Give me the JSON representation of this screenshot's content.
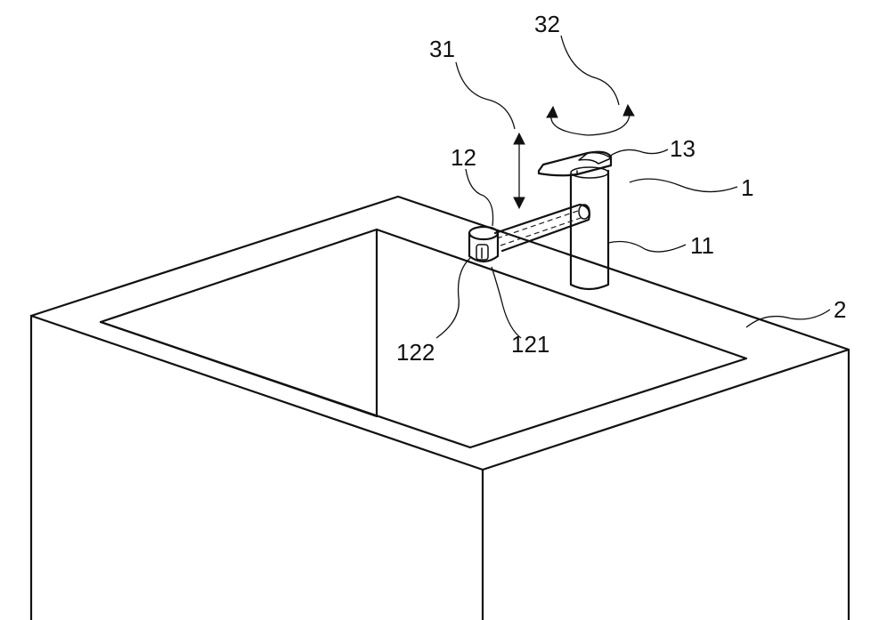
{
  "labels": {
    "faucet": "1",
    "sink": "2",
    "faucet_body": "11",
    "spout": "12",
    "lever": "13",
    "outlet": "121",
    "sensor": "122",
    "vertical_motion": "31",
    "rotation_motion": "32"
  },
  "colors": {
    "line": "#111111",
    "background": "#ffffff"
  }
}
